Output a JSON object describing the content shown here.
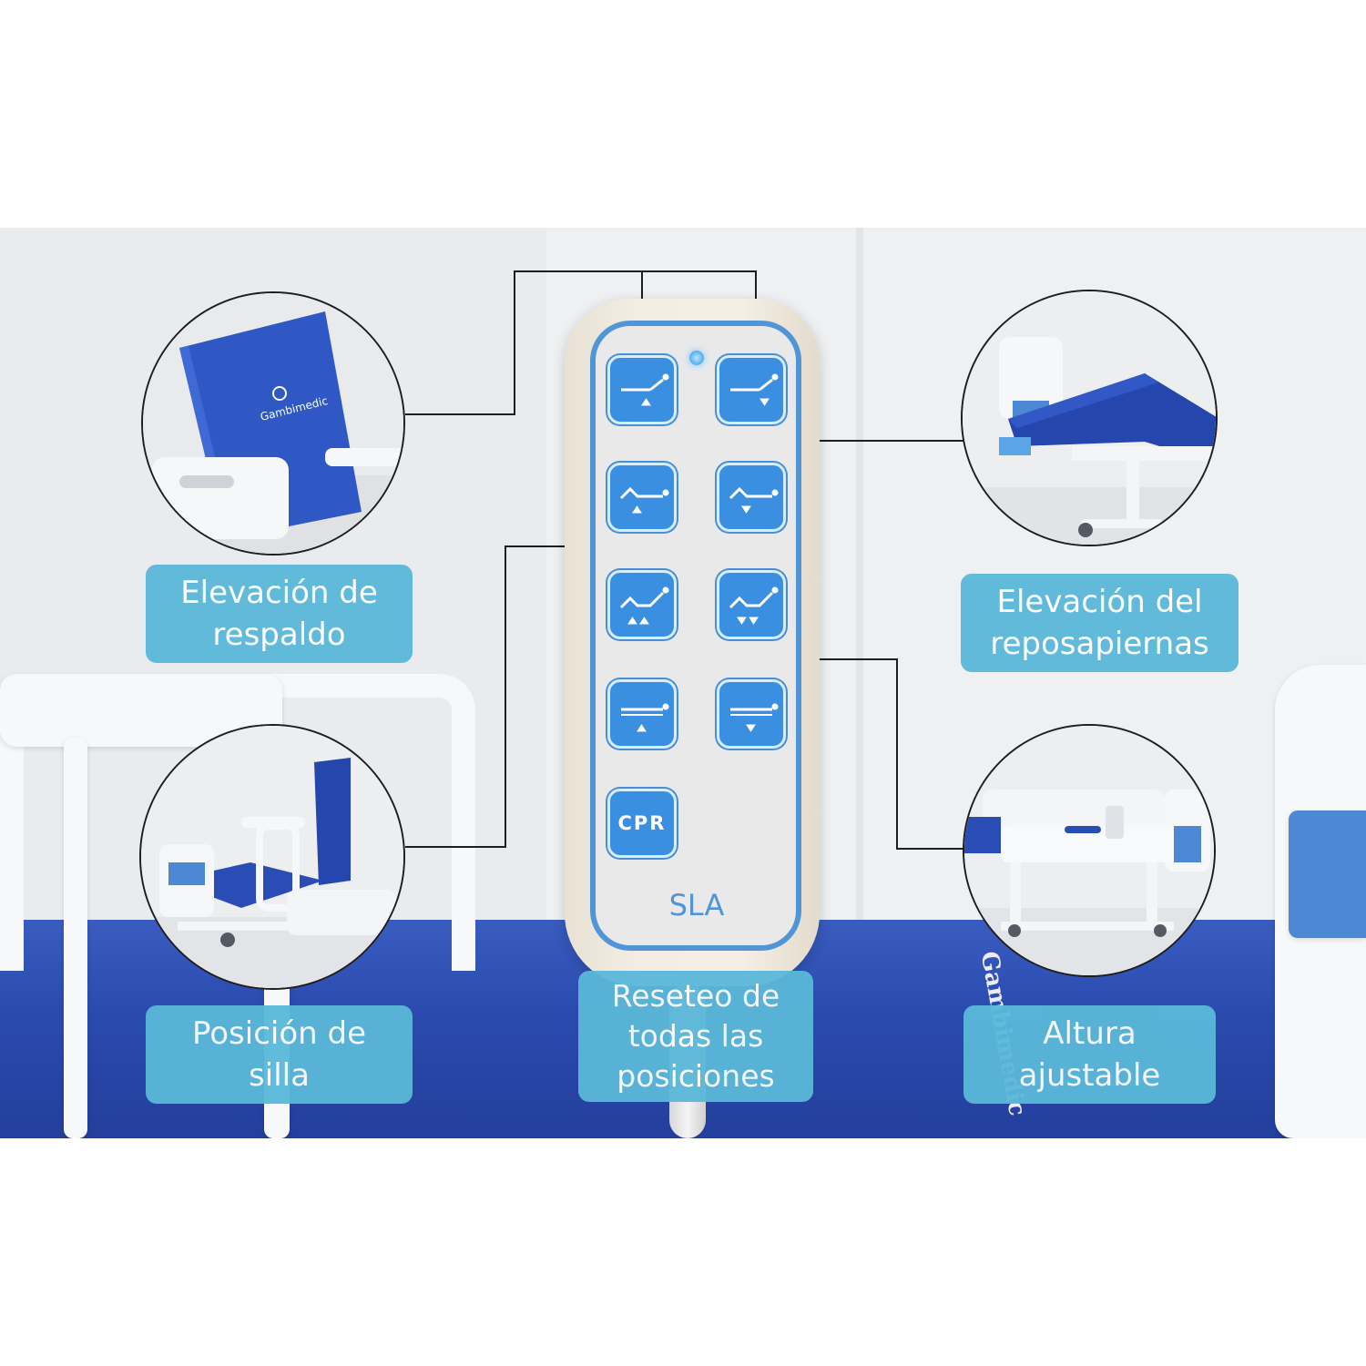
{
  "features": {
    "backrest": "Elevación de\nrespaldo",
    "legrest": "Elevación del\nreposapiernas",
    "chair": "Posición de\nsilla",
    "height": "Altura\najustable",
    "reset": "Reseteo de\ntodas las\nposiciones"
  },
  "remote": {
    "model": "SLA",
    "cpr_label": "CPR"
  },
  "photo_texts": {
    "brand": "Gambimedic"
  },
  "icons": [
    "backrest-up-icon",
    "backrest-down-icon",
    "legrest-up-icon",
    "legrest-down-icon",
    "chair-up-icon",
    "chair-down-icon",
    "height-up-icon",
    "height-down-icon"
  ],
  "colors": {
    "label_bg": "#5ab8d9",
    "remote_button": "#3b8fe0",
    "remote_border": "#4f95d8",
    "mattress": "#2b4bb0"
  }
}
